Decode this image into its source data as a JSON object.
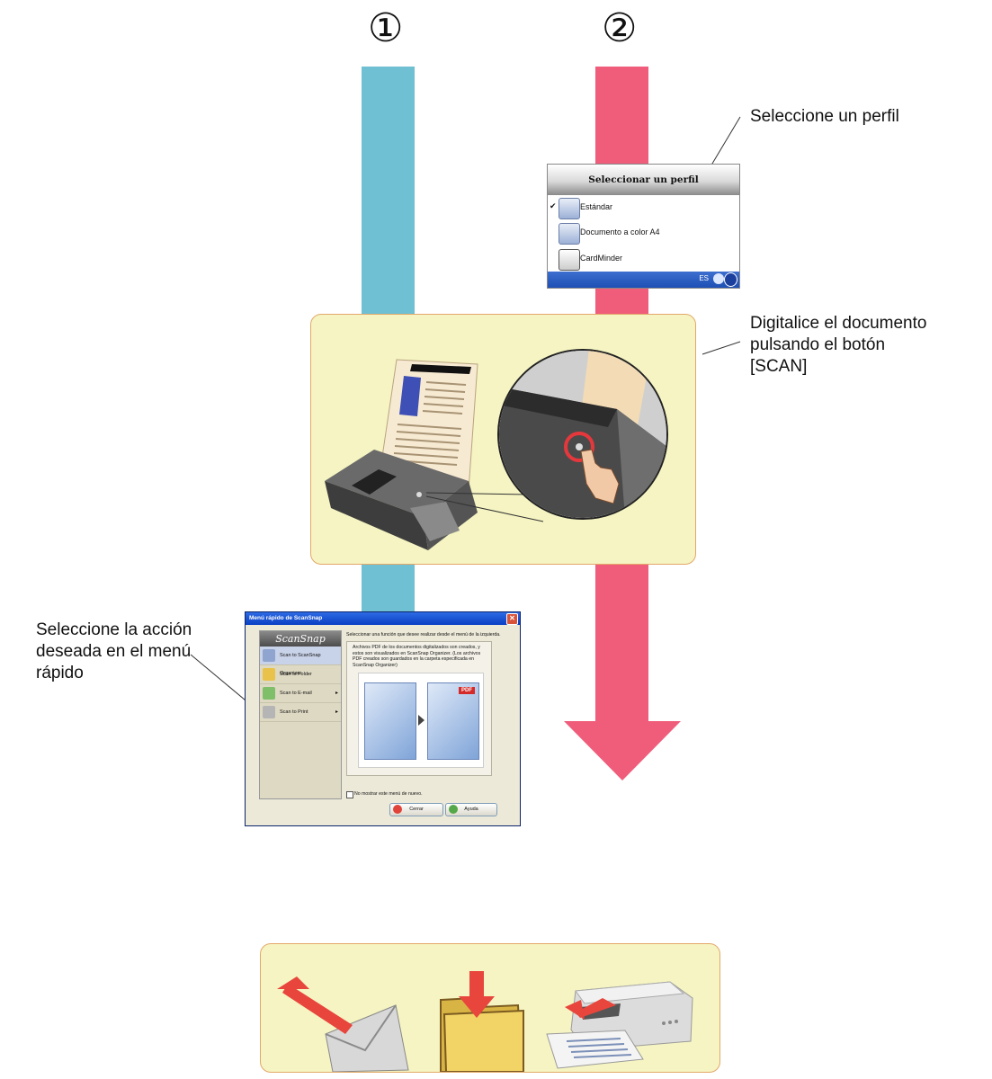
{
  "flows": [
    {
      "marker": "①",
      "color": "#6ec0d2"
    },
    {
      "marker": "②",
      "color": "#ef5d7b"
    }
  ],
  "callouts": {
    "select_profile": "Seleccione un perfil",
    "scan_document": "Digitalice el  documento\npulsando el botón\n[SCAN]",
    "select_action": "Seleccione la acción\ndeseada en el menú\nrápido"
  },
  "profile_popup": {
    "title": "Seleccionar un perfil",
    "items": [
      {
        "label": "Estándar",
        "checked": true
      },
      {
        "label": "Documento a color A4",
        "checked": false
      },
      {
        "label": "CardMinder",
        "checked": false
      }
    ],
    "taskbar_text": "ES"
  },
  "quick_menu": {
    "title": "Menú rápido de ScanSnap",
    "logo": "ScanSnap",
    "items": [
      {
        "label": "Scan to ScanSnap Organizer",
        "selected": true,
        "has_submenu": false
      },
      {
        "label": "Scan to Folder",
        "selected": false,
        "has_submenu": false
      },
      {
        "label": "Scan to E-mail",
        "selected": false,
        "has_submenu": true
      },
      {
        "label": "Scan to Print",
        "selected": false,
        "has_submenu": true
      }
    ],
    "instruction": "Seleccionar una función que desee realizar desde el menú de la izquierda.",
    "description": "Archivos PDF de los documentos digitalizados son creados, y estos son visualizados en ScanSnap Organizer. (Los archivos PDF creados son guardados en la carpeta especificada en ScanSnap Organizer)",
    "pdf_badge": "PDF",
    "checkbox_label": "No mostrar este menú de nuevo.",
    "close_button": "Cerrar",
    "help_button": "Ayuda"
  },
  "output_icons": [
    "envelope-icon",
    "folder-icon",
    "printer-icon"
  ]
}
